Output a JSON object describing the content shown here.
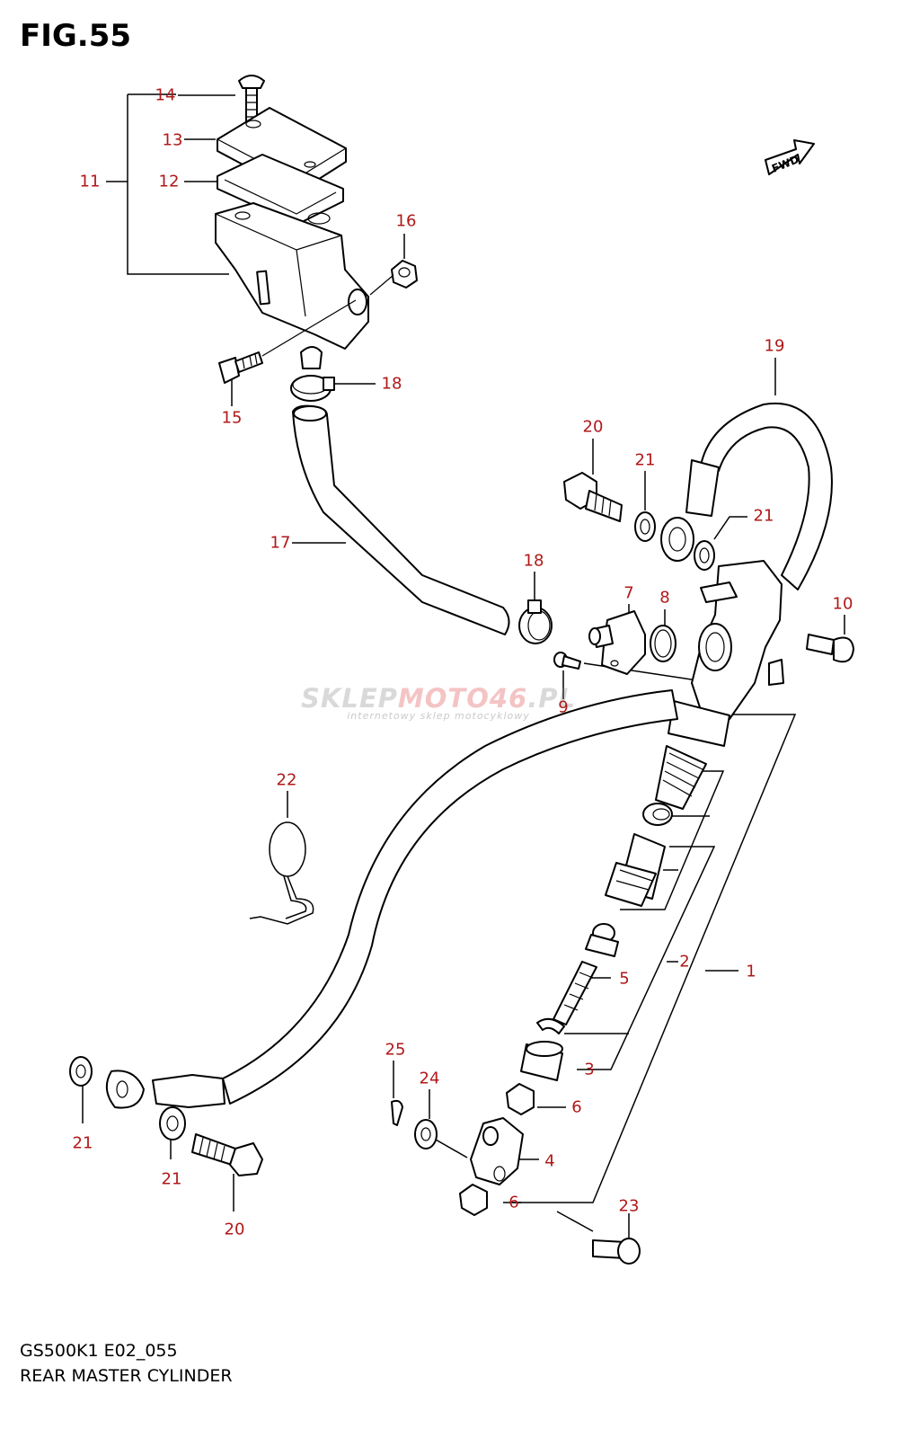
{
  "figure": {
    "title": "FIG.55",
    "model_code": "GS500K1 E02_055",
    "caption": "REAR MASTER CYLINDER"
  },
  "direction_badge": "FWD",
  "callouts": [
    "1",
    "2",
    "3",
    "4",
    "5",
    "6",
    "6",
    "7",
    "8",
    "9",
    "10",
    "11",
    "12",
    "13",
    "14",
    "15",
    "16",
    "17",
    "18",
    "18",
    "19",
    "20",
    "20",
    "21",
    "21",
    "21",
    "21",
    "22",
    "23",
    "24",
    "25"
  ],
  "watermark": {
    "brand_a": "SKLEP",
    "brand_b": "MOTO",
    "brand_c": "46",
    "brand_d": ".PL",
    "tagline": "internetowy sklep motocyklowy"
  },
  "colors": {
    "callout": "#b01818",
    "line": "#000000",
    "background": "#ffffff"
  }
}
